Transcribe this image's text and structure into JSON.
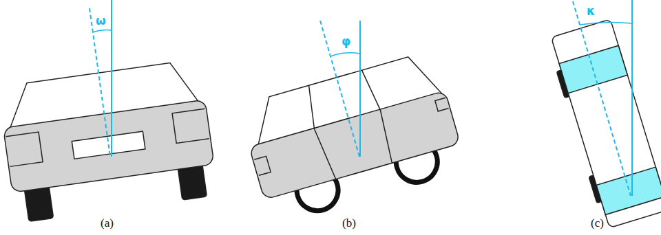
{
  "diagram": {
    "labels": [
      "ω",
      "φ",
      "κ",
      "(a)",
      "(b)",
      "(c)"
    ]
  }
}
